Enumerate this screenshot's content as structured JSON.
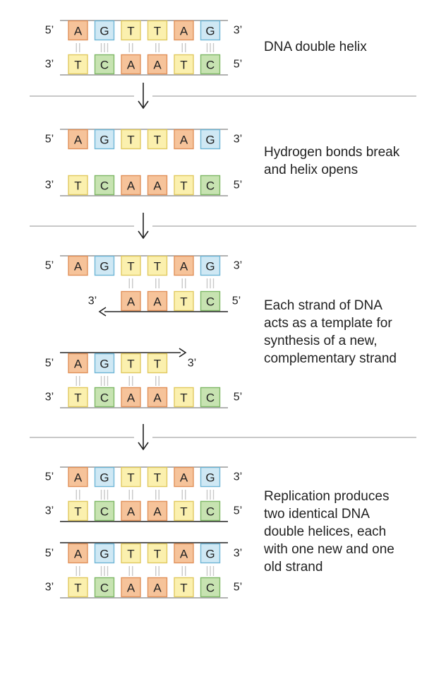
{
  "colors": {
    "A": {
      "fill": "#f6c39a",
      "stroke": "#e0915a"
    },
    "G": {
      "fill": "#cfe8f4",
      "stroke": "#6fb6d6"
    },
    "T": {
      "fill": "#fbf0ae",
      "stroke": "#e0c960"
    },
    "C": {
      "fill": "#c7e3b1",
      "stroke": "#7fb866"
    },
    "backbone": "#999999",
    "divider": "#b5b5b5",
    "bond": "#c8c8c8",
    "text": "#222222"
  },
  "labels": {
    "five": "5’",
    "three": "3’"
  },
  "stages": [
    {
      "caption": "DNA double helix",
      "strands": [
        {
          "bases": [
            "A",
            "G",
            "T",
            "T",
            "A",
            "G"
          ],
          "left_end": "5’",
          "right_end": "3’"
        },
        {
          "bases": [
            "T",
            "C",
            "A",
            "A",
            "T",
            "C"
          ],
          "left_end": "3’",
          "right_end": "5’"
        }
      ],
      "bonds": [
        2,
        3,
        2,
        2,
        2,
        3
      ]
    },
    {
      "caption": "Hydrogen bonds break\nand helix opens",
      "strands": [
        {
          "bases": [
            "A",
            "G",
            "T",
            "T",
            "A",
            "G"
          ],
          "left_end": "5’",
          "right_end": "3’"
        },
        {
          "bases": [
            "T",
            "C",
            "A",
            "A",
            "T",
            "C"
          ],
          "left_end": "3’",
          "right_end": "5’"
        }
      ]
    },
    {
      "caption": "Each strand of DNA\nacts as a template for\nsynthesis of a new,\ncomplementary strand",
      "strands": [
        {
          "bases": [
            "A",
            "G",
            "T",
            "T",
            "A",
            "G"
          ],
          "left_end": "5’",
          "right_end": "3’"
        },
        {
          "bases": [
            "A",
            "A",
            "T",
            "C"
          ],
          "left_end": "3’",
          "right_end": "5’",
          "new": true
        },
        {
          "bases": [
            "A",
            "G",
            "T",
            "T"
          ],
          "left_end": "5’",
          "right_end": "3’",
          "new": true
        },
        {
          "bases": [
            "T",
            "C",
            "A",
            "A",
            "T",
            "C"
          ],
          "left_end": "3’",
          "right_end": "5’"
        }
      ],
      "bonds_top": [
        2,
        2,
        2,
        3
      ],
      "bonds_bottom": [
        2,
        3,
        2,
        2
      ]
    },
    {
      "caption": "Replication produces\ntwo identical DNA\ndouble helices, each\nwith one new and one\nold strand",
      "strands": [
        {
          "bases": [
            "A",
            "G",
            "T",
            "T",
            "A",
            "G"
          ],
          "left_end": "5’",
          "right_end": "3’"
        },
        {
          "bases": [
            "T",
            "C",
            "A",
            "A",
            "T",
            "C"
          ],
          "left_end": "3’",
          "right_end": "5’",
          "new": true
        },
        {
          "bases": [
            "A",
            "G",
            "T",
            "T",
            "A",
            "G"
          ],
          "left_end": "5’",
          "right_end": "3’",
          "new": true
        },
        {
          "bases": [
            "T",
            "C",
            "A",
            "A",
            "T",
            "C"
          ],
          "left_end": "3’",
          "right_end": "5’"
        }
      ],
      "bonds": [
        2,
        3,
        2,
        2,
        2,
        3
      ]
    }
  ]
}
